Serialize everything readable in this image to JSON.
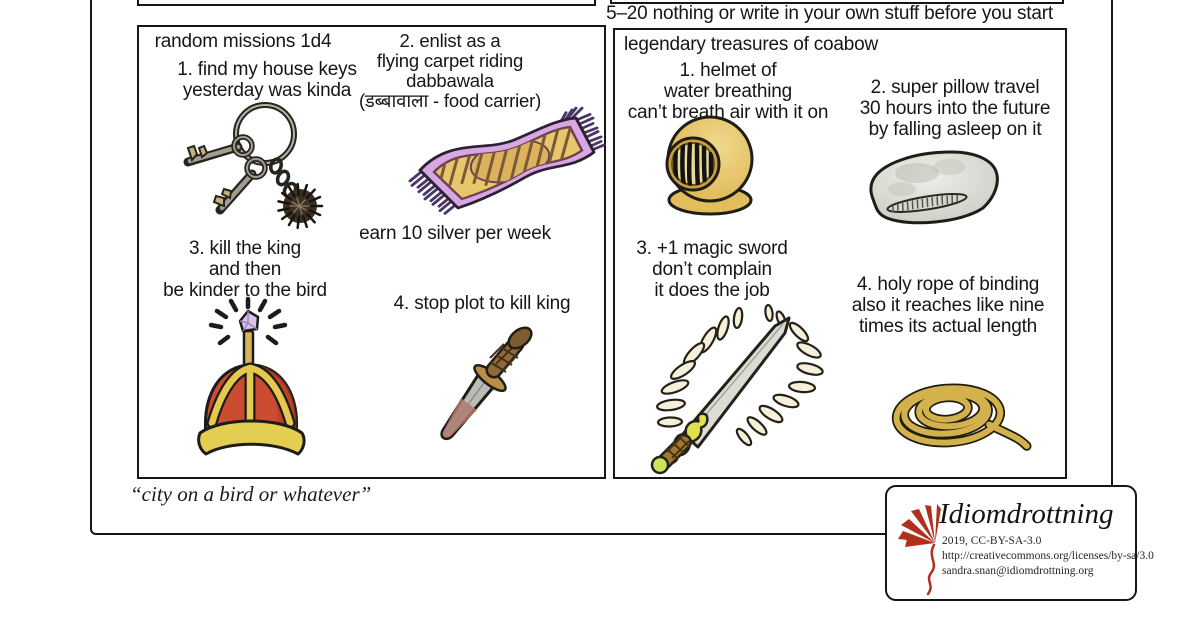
{
  "top_note": "5–20 nothing or write in your own stuff before you start",
  "missions_panel": {
    "title": "random missions 1d4",
    "items": [
      {
        "text": "1. find my house keys\nyesterday was kinda",
        "illustration": "keyring-with-pompom"
      },
      {
        "text": "2. enlist as a\nflying carpet riding\ndabbawala\n(डब्बावाला - food carrier)",
        "caption": "earn 10 silver per week",
        "illustration": "flying-carpet"
      },
      {
        "text": "3. kill the king\nand then\nbe kinder to the bird",
        "illustration": "red-crown-with-gem"
      },
      {
        "text": "4. stop plot to kill king",
        "illustration": "dagger"
      }
    ]
  },
  "treasures_panel": {
    "title": "legendary treasures of coabow",
    "items": [
      {
        "text": "1. helmet of\nwater breathing\ncan’t breath air with it on",
        "illustration": "golden-helmet"
      },
      {
        "text": "2. super pillow travel\n30 hours into the future\nby falling asleep on it",
        "illustration": "pillow"
      },
      {
        "text": "3. +1 magic sword\ndon’t complain\nit does the job",
        "illustration": "glowing-sword"
      },
      {
        "text": "4. holy rope of binding\nalso it reaches like nine\ntimes its actual length",
        "illustration": "rope-coil"
      }
    ]
  },
  "footer": {
    "quote": "“city on a bird or whatever”"
  },
  "logo_card": {
    "name": "Idiomdrottning",
    "license": "2019, CC-BY-SA-3.0",
    "license_url": "http://creativecommons.org/licenses/by-sa/3.0",
    "email": "sandra.snan@idiomdrottning.org"
  },
  "colors": {
    "ink": "#161616",
    "logo_red": "#b1301c",
    "carpet_purple": "#d9a6e4",
    "gold": "#e4c94e",
    "crown_red": "#cb4c31"
  }
}
